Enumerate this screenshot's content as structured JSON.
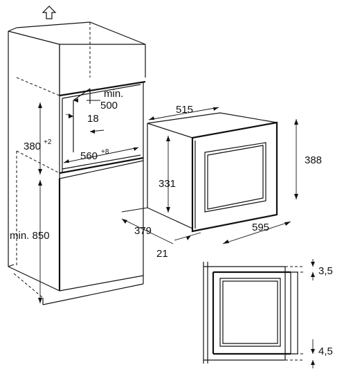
{
  "labels": {
    "min_500_a": "min.",
    "min_500_b": "500",
    "d_18": "18",
    "d_380": "380",
    "d_380_sup": "+2",
    "d_560": "560",
    "d_560_sup": "+8",
    "d_min_850": "min. 850",
    "d_515": "515",
    "d_388": "388",
    "d_331": "331",
    "d_379": "379",
    "d_595": "595",
    "d_21": "21",
    "d_3_5": "3,5",
    "d_4_5": "4,5"
  },
  "icons": {
    "top": "upward-arrow-icon"
  }
}
